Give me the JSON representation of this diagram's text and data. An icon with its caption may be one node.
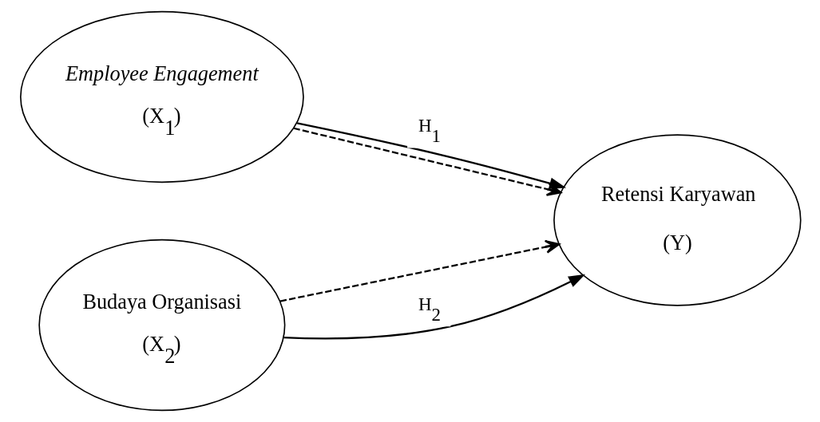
{
  "diagram": {
    "nodes": [
      {
        "text": [
          "Employee Engagement",
          "(X$_{1}$)"
        ]
      },
      {
        "text": [
          "Budaya Organisasi",
          "(X$_{2}$)"
        ]
      },
      {
        "text": [
          "Retensi Karyawan",
          "(Y)"
        ]
      }
    ],
    "edges": [
      {
        "from": 0,
        "to": 2,
        "arrow": "to",
        "label": "H$_{1}$"
      },
      {
        "from": 0,
        "to": 2,
        "arrow": "to",
        "style": "dashed"
      },
      {
        "from": 1,
        "to": 2,
        "arrow": "to",
        "style": "dashed"
      },
      {
        "from": 1,
        "to": 2,
        "arrow": "to",
        "label": "H$_{2}$"
      }
    ]
  }
}
